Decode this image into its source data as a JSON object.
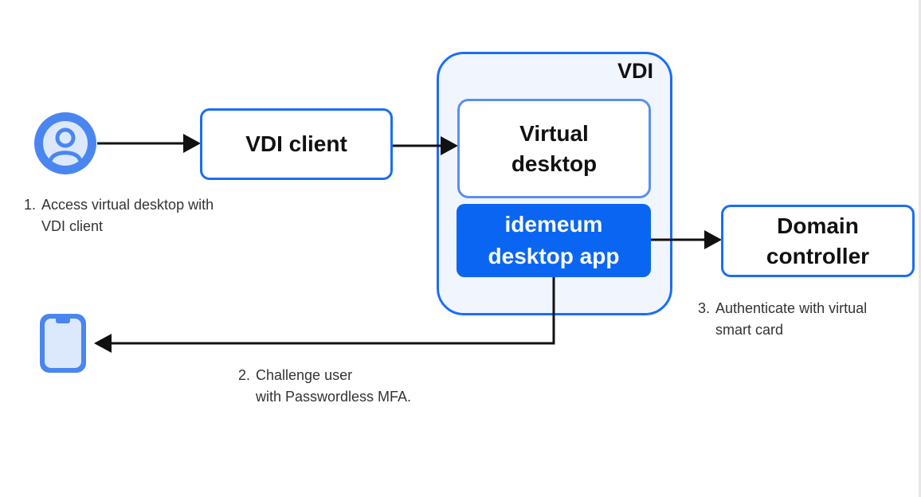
{
  "diagram": {
    "vdi_group": {
      "title": "VDI"
    },
    "nodes": {
      "vdi_client": "VDI client",
      "virtual_desktop": [
        "Virtual",
        "desktop"
      ],
      "desktop_app": [
        "idemeum",
        "desktop app"
      ],
      "domain_controller": [
        "Domain",
        "controller"
      ]
    },
    "icons": {
      "user": "user-avatar-icon",
      "phone": "mobile-device-icon"
    },
    "steps": [
      {
        "number": "1.",
        "lines": [
          "Access virtual desktop with",
          "VDI client"
        ]
      },
      {
        "number": "2.",
        "lines": [
          "Challenge user",
          "with Passwordless MFA."
        ]
      },
      {
        "number": "3.",
        "lines": [
          "Authenticate with virtual",
          "smart card"
        ]
      }
    ],
    "colors": {
      "primary": "#1a6ef5",
      "app_fill": "#0a66f2",
      "group_fill": "#f1f5fd",
      "icon_fill": "#4a86f0",
      "phone_fill": "#dce8fb",
      "arrow": "#111111"
    }
  }
}
